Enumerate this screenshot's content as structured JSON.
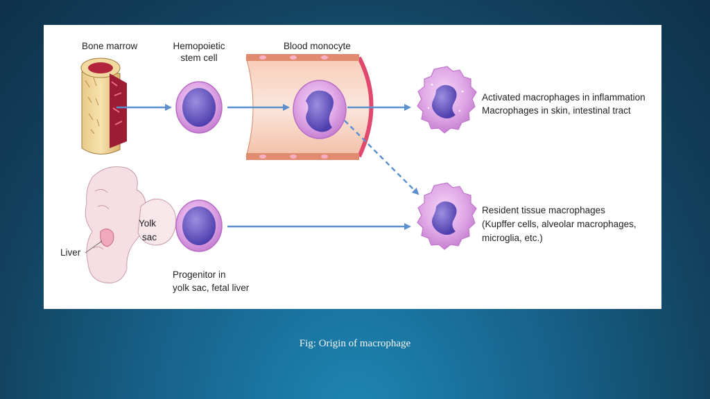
{
  "figure": {
    "labels": {
      "bone_marrow": "Bone marrow",
      "stem_cell_line1": "Hemopoietic",
      "stem_cell_line2": "stem cell",
      "blood_monocyte": "Blood monocyte",
      "activated_line1": "Activated macrophages in inflammation",
      "activated_line2": "Macrophages in skin, intestinal tract",
      "yolk": "Yolk",
      "sac": "sac",
      "liver": "Liver",
      "progenitor_line1": "Progenitor in",
      "progenitor_line2": "yolk sac, fetal liver",
      "resident_line1": "Resident tissue macrophages",
      "resident_line2": "(Kupffer cells, alveolar macrophages,",
      "resident_line3": "microglia, etc.)"
    }
  },
  "caption": "Fig: Origin of macrophage",
  "colors": {
    "arrow": "#5b8fce",
    "cell_membrane": "#d79be0",
    "nucleus": "#6a5bc2",
    "vessel": "#f3c0aa"
  }
}
